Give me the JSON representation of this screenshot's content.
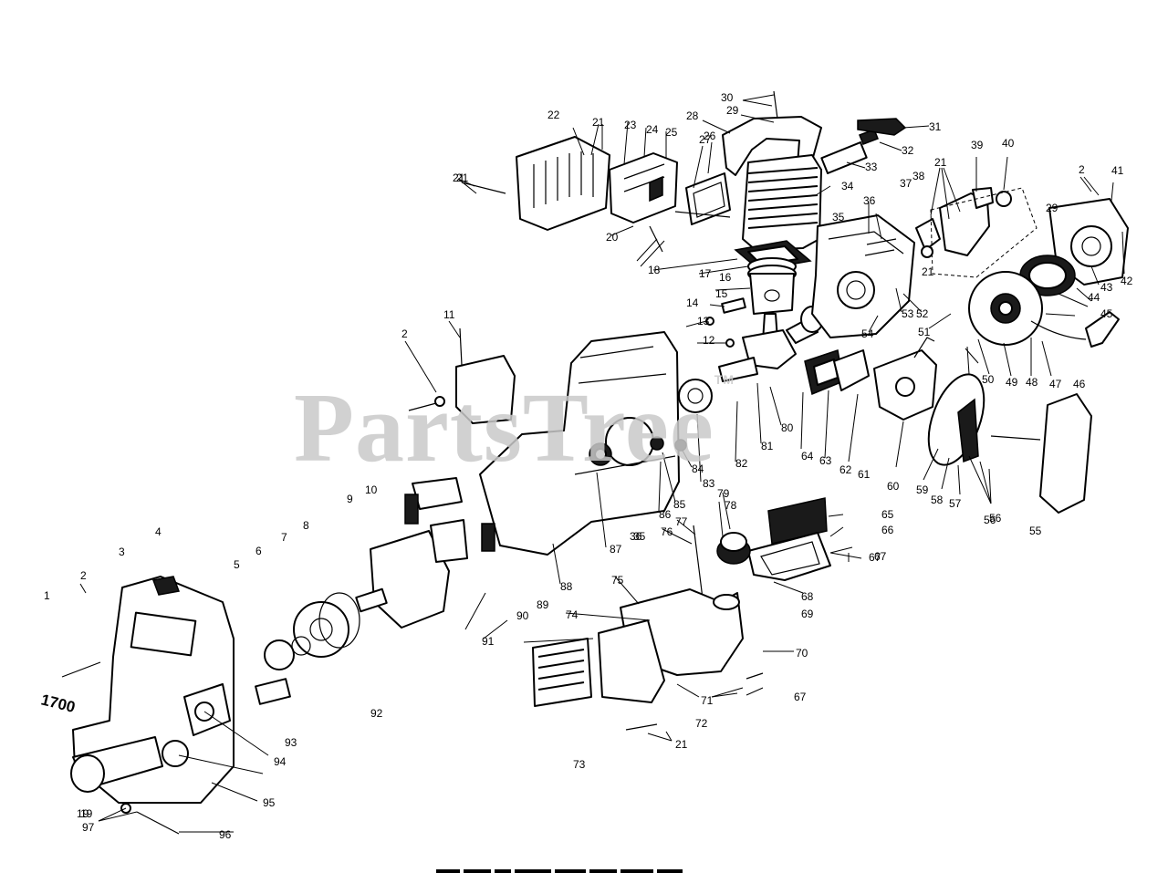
{
  "watermark": {
    "text": "PartsTree",
    "mark": "TM"
  },
  "model_label": "1700",
  "callouts": [
    "1",
    "2",
    "3",
    "4",
    "5",
    "6",
    "7",
    "8",
    "9",
    "10",
    "11",
    "12",
    "13",
    "14",
    "15",
    "16",
    "17",
    "18",
    "19",
    "20",
    "21",
    "22",
    "23",
    "24",
    "25",
    "26",
    "27",
    "28",
    "29",
    "30",
    "31",
    "32",
    "33",
    "34",
    "35",
    "36",
    "37",
    "38",
    "39",
    "40",
    "41",
    "42",
    "43",
    "44",
    "45",
    "46",
    "47",
    "48",
    "49",
    "50",
    "51",
    "52",
    "53",
    "54",
    "55",
    "56",
    "57",
    "58",
    "59",
    "60",
    "61",
    "62",
    "63",
    "64",
    "65",
    "66",
    "67",
    "68",
    "69",
    "70",
    "71",
    "72",
    "73",
    "74",
    "75",
    "76",
    "77",
    "78",
    "79",
    "80",
    "81",
    "82",
    "83",
    "84",
    "85",
    "86",
    "87",
    "88",
    "89",
    "90",
    "91",
    "92",
    "93",
    "94",
    "95",
    "96",
    "97"
  ]
}
